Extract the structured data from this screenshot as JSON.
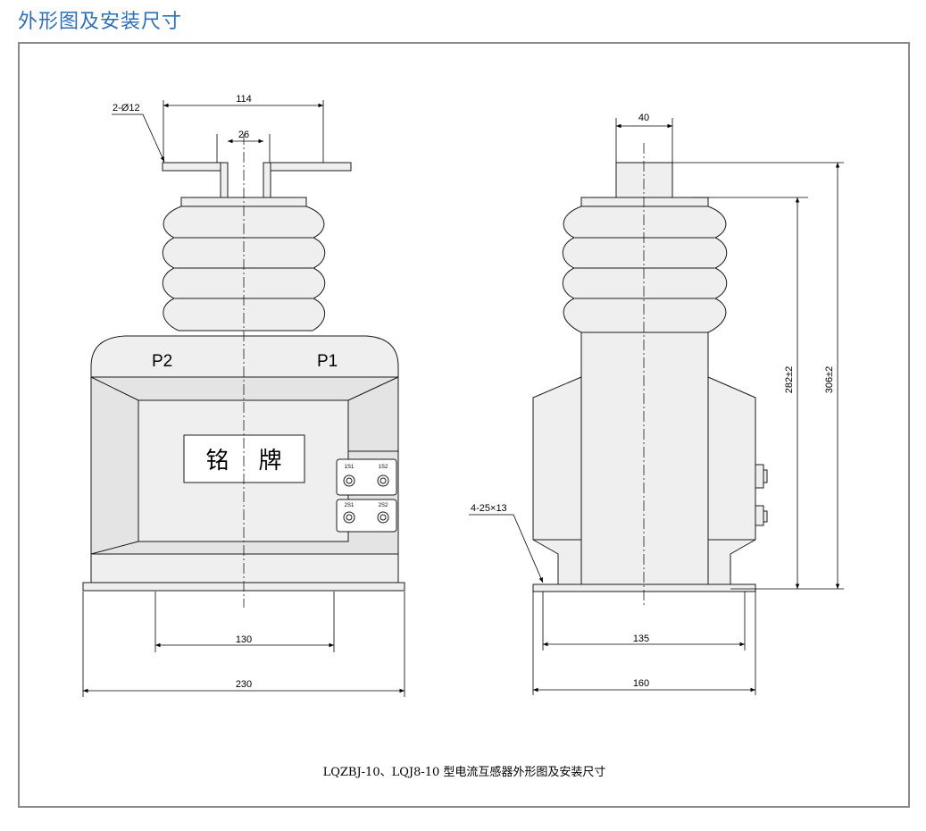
{
  "page": {
    "heading": "外形图及安装尺寸",
    "caption": "LQZBJ-10、LQJ8-10 型电流互感器外形图及安装尺寸"
  },
  "front_view": {
    "terminal_p2": "P2",
    "terminal_p1": "P1",
    "nameplate": "铭    牌",
    "dim_hole": "2-Ø12",
    "dim_114": "114",
    "dim_26": "26",
    "dim_130": "130",
    "dim_230": "230",
    "sec_1s1": "1S1",
    "sec_1s2": "1S2",
    "sec_2s1": "2S1",
    "sec_2s2": "2S2"
  },
  "side_view": {
    "dim_40": "40",
    "dim_282": "282±2",
    "dim_306": "306±2",
    "dim_slot": "4-25×13",
    "dim_135": "135",
    "dim_160": "160"
  },
  "colors": {
    "body_fill": "#efefef",
    "line": "#1a1a1a",
    "frame": "#8a8a8a",
    "heading": "#2f6fb4"
  }
}
